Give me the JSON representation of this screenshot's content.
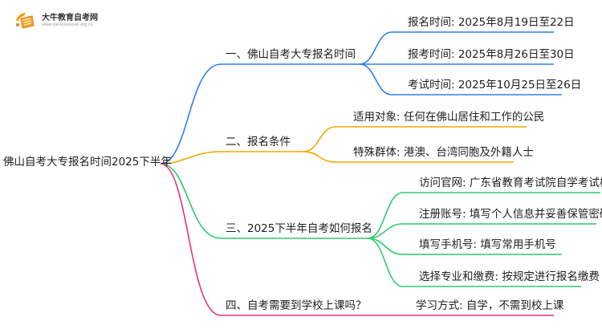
{
  "logo": {
    "site_name": "大牛教育自考网",
    "site_url": "www.daniuzuexiao.org.cn"
  },
  "root": {
    "label": "佛山自考大专报名时间2025下半年"
  },
  "branches": [
    {
      "label": "一、佛山自考大专报名时间",
      "color": "#2f80ed",
      "children": [
        "报名时间: 2025年8月19日至22日",
        "报考时间: 2025年8月26日至30日",
        "考试时间: 2025年10月25日至26日"
      ]
    },
    {
      "label": "二、报名条件",
      "color": "#f0a800",
      "children": [
        "适用对象: 任何在佛山居住和工作的公民",
        "特殊群体: 港澳、台湾同胞及外籍人士"
      ]
    },
    {
      "label": "三、2025下半年自考如何报名",
      "color": "#2ecc71",
      "children": [
        "访问官网: 广东省教育考试院自学考试栏目",
        "注册账号: 填写个人信息并妥善保管密码",
        "填写手机号: 填写常用手机号",
        "选择专业和缴费: 按规定进行报名缴费"
      ]
    },
    {
      "label": "四、自考需要到学校上课吗？",
      "color": "#e8327a",
      "children": [
        "学习方式: 自学，不需到校上课"
      ]
    }
  ]
}
